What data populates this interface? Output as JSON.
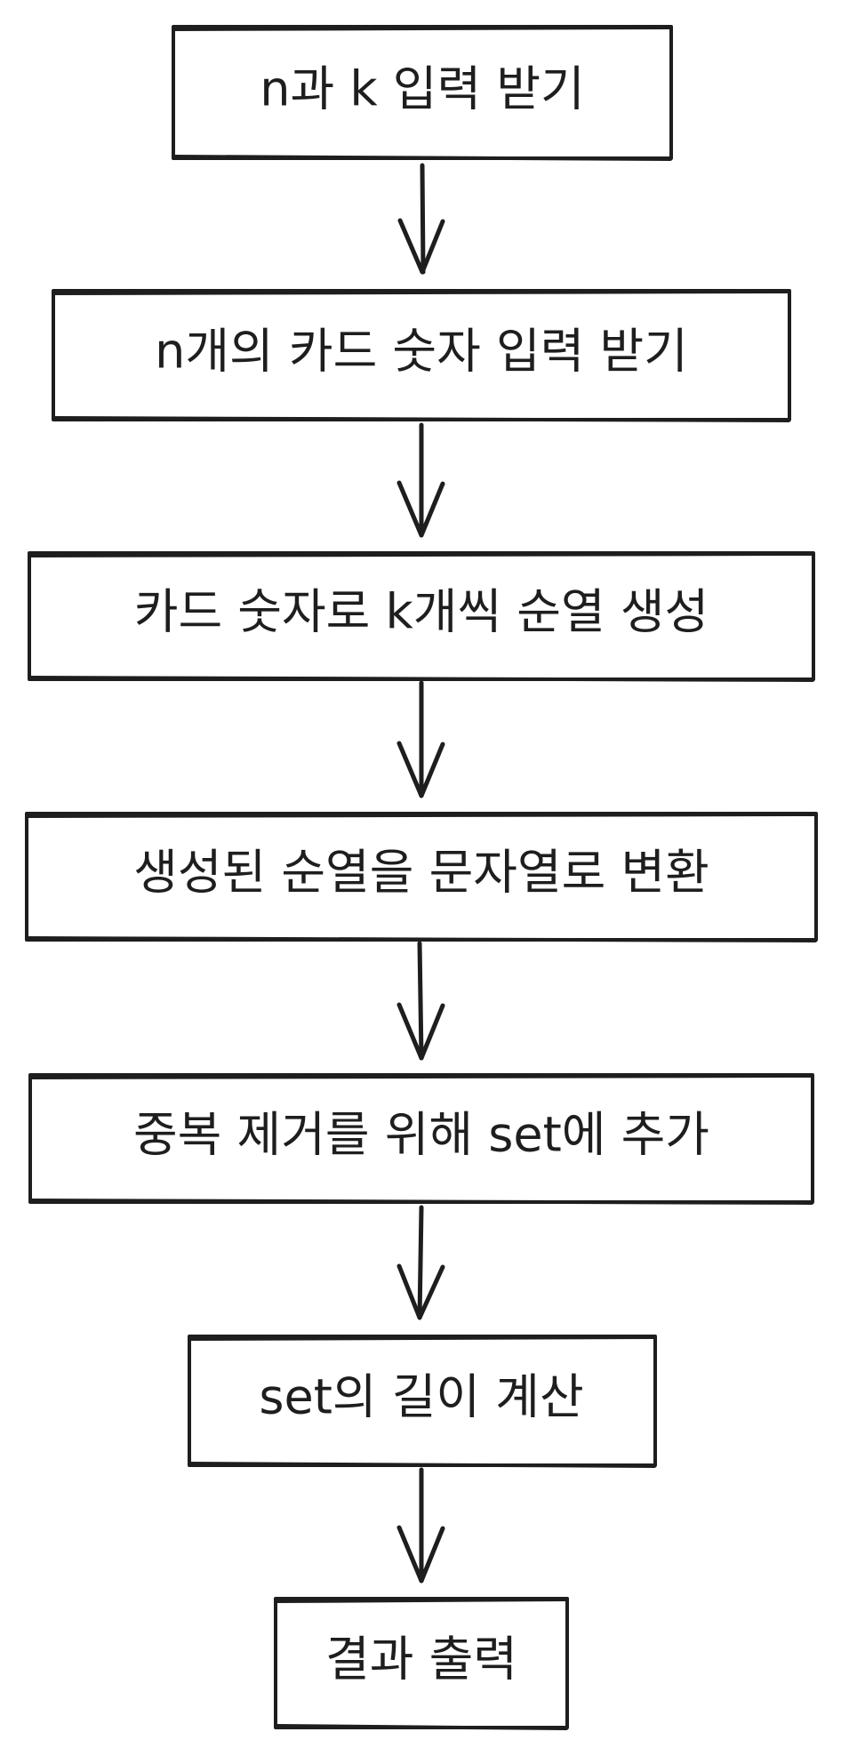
{
  "diagram": {
    "type": "flowchart",
    "direction": "top-to-bottom",
    "style": "hand-drawn",
    "colors": {
      "stroke": "#1e1e1e",
      "background": "#ffffff"
    },
    "nodes": [
      {
        "id": "n1",
        "label": "n과 k 입력 받기"
      },
      {
        "id": "n2",
        "label": "n개의 카드 숫자 입력 받기"
      },
      {
        "id": "n3",
        "label": "카드 숫자로 k개씩 순열 생성"
      },
      {
        "id": "n4",
        "label": "생성된 순열을 문자열로 변환"
      },
      {
        "id": "n5",
        "label": "중복 제거를 위해 set에 추가"
      },
      {
        "id": "n6",
        "label": "set의 길이 계산"
      },
      {
        "id": "n7",
        "label": "결과 출력"
      }
    ],
    "edges": [
      {
        "from": "n1",
        "to": "n2"
      },
      {
        "from": "n2",
        "to": "n3"
      },
      {
        "from": "n3",
        "to": "n4"
      },
      {
        "from": "n4",
        "to": "n5"
      },
      {
        "from": "n5",
        "to": "n6"
      },
      {
        "from": "n6",
        "to": "n7"
      }
    ]
  }
}
